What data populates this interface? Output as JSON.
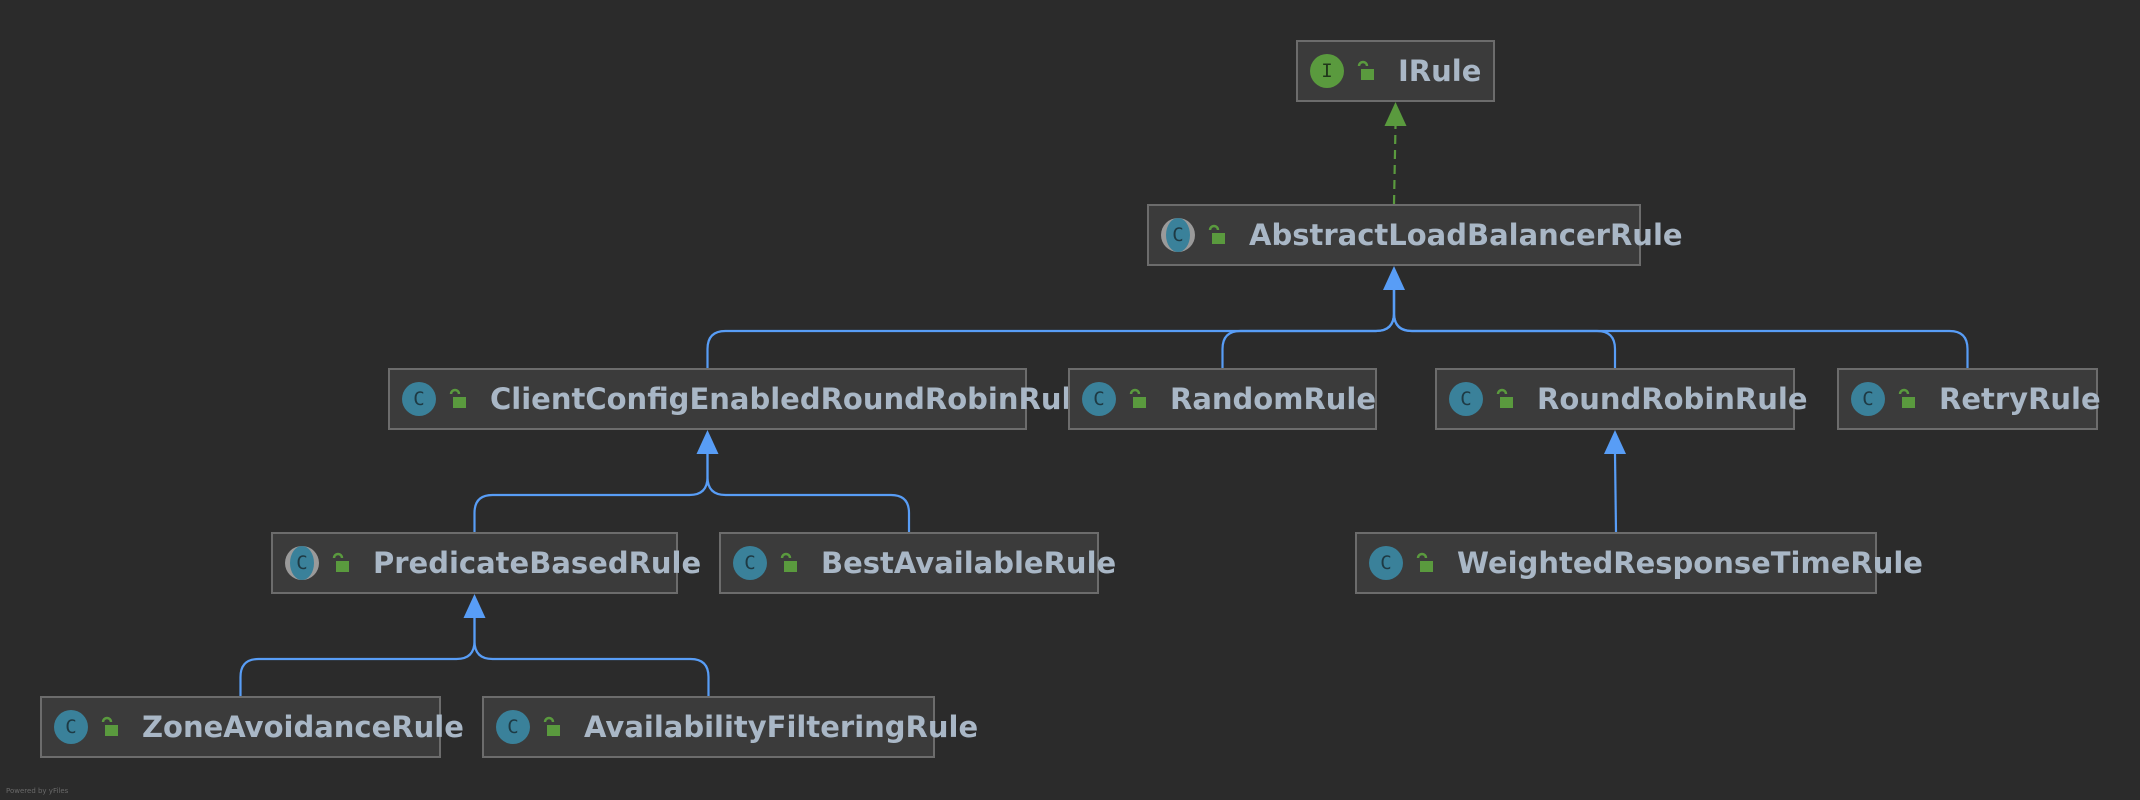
{
  "diagram": {
    "nodes": [
      {
        "id": "IRule",
        "kind": "interface",
        "badge": "I",
        "name": "IRule"
      },
      {
        "id": "AbstractLoadBalancerRule",
        "kind": "abstract",
        "badge": "C",
        "name": "AbstractLoadBalancerRule"
      },
      {
        "id": "ClientConfigEnabledRoundRobinRule",
        "kind": "class",
        "badge": "C",
        "name": "ClientConfigEnabledRoundRobinRule"
      },
      {
        "id": "RandomRule",
        "kind": "class",
        "badge": "C",
        "name": "RandomRule"
      },
      {
        "id": "RoundRobinRule",
        "kind": "class",
        "badge": "C",
        "name": "RoundRobinRule"
      },
      {
        "id": "RetryRule",
        "kind": "class",
        "badge": "C",
        "name": "RetryRule"
      },
      {
        "id": "PredicateBasedRule",
        "kind": "abstract",
        "badge": "C",
        "name": "PredicateBasedRule"
      },
      {
        "id": "BestAvailableRule",
        "kind": "class",
        "badge": "C",
        "name": "BestAvailableRule"
      },
      {
        "id": "WeightedResponseTimeRule",
        "kind": "class",
        "badge": "C",
        "name": "WeightedResponseTimeRule"
      },
      {
        "id": "ZoneAvoidanceRule",
        "kind": "class",
        "badge": "C",
        "name": "ZoneAvoidanceRule"
      },
      {
        "id": "AvailabilityFilteringRule",
        "kind": "class",
        "badge": "C",
        "name": "AvailabilityFilteringRule"
      }
    ],
    "edges": [
      {
        "from": "AbstractLoadBalancerRule",
        "to": "IRule",
        "type": "implements"
      },
      {
        "from": "ClientConfigEnabledRoundRobinRule",
        "to": "AbstractLoadBalancerRule",
        "type": "extends"
      },
      {
        "from": "RandomRule",
        "to": "AbstractLoadBalancerRule",
        "type": "extends"
      },
      {
        "from": "RoundRobinRule",
        "to": "AbstractLoadBalancerRule",
        "type": "extends"
      },
      {
        "from": "RetryRule",
        "to": "AbstractLoadBalancerRule",
        "type": "extends"
      },
      {
        "from": "PredicateBasedRule",
        "to": "ClientConfigEnabledRoundRobinRule",
        "type": "extends"
      },
      {
        "from": "BestAvailableRule",
        "to": "ClientConfigEnabledRoundRobinRule",
        "type": "extends"
      },
      {
        "from": "WeightedResponseTimeRule",
        "to": "RoundRobinRule",
        "type": "extends"
      },
      {
        "from": "ZoneAvoidanceRule",
        "to": "PredicateBasedRule",
        "type": "extends"
      },
      {
        "from": "AvailabilityFilteringRule",
        "to": "PredicateBasedRule",
        "type": "extends"
      }
    ],
    "footer": "Powered by yFiles"
  },
  "colors": {
    "background": "#2b2b2b",
    "extends_edge": "#589df6",
    "implements_edge": "#5a9a3e",
    "class_badge": "#3a819a",
    "interface_badge": "#5a9a3e",
    "public_lock": "#5a9a3e",
    "label_text": "#a9b7c6"
  },
  "icons": {
    "class": "class-icon",
    "abstract": "abstract-class-icon",
    "interface": "interface-icon",
    "visibility": "public-lock-icon"
  }
}
